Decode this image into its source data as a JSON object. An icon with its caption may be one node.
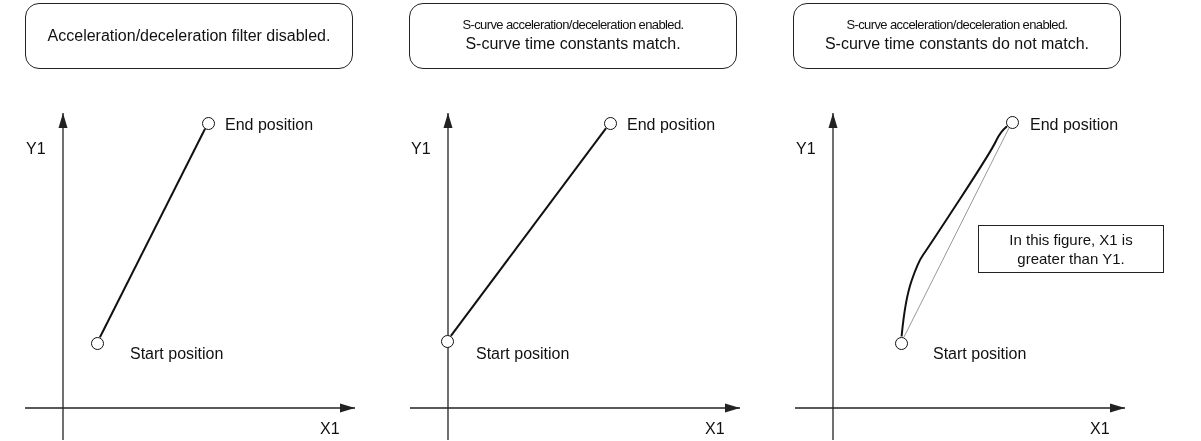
{
  "diagram": {
    "nodes": [
      {
        "text": [
          "Acceleration/deceleration filter disabled."
        ]
      },
      {
        "text": [
          "S-curve acceleration/deceleration enabled.",
          "S-curve time constants match."
        ]
      },
      {
        "text": [
          "S-curve acceleration/deceleration enabled.",
          "S-curve time constants do not match."
        ]
      },
      {
        "text": [],
        "shape": "circle",
        "beside": [
          "End position"
        ]
      },
      {
        "text": [],
        "shape": "circle",
        "beside": [
          "Start position"
        ]
      },
      {
        "text": [],
        "shape": "circle",
        "beside": [
          "End position"
        ]
      },
      {
        "text": [],
        "shape": "circle",
        "beside": [
          "Start position"
        ]
      },
      {
        "text": [],
        "shape": "circle",
        "beside": [
          "End position"
        ]
      },
      {
        "text": [],
        "shape": "circle",
        "beside": [
          "Start position"
        ]
      },
      {
        "text": [
          "In this figure, X1 is greater than Y1."
        ]
      }
    ],
    "edges": [
      {
        "from": 4,
        "to": 3,
        "arrow": "none"
      },
      {
        "from": 6,
        "to": 5,
        "arrow": "none"
      },
      {
        "from": 8,
        "to": 7,
        "arrow": "none"
      },
      {
        "from": 8,
        "to": 7,
        "arrow": "none",
        "color": "#999999"
      }
    ],
    "labels": [
      "Y1",
      "Y1",
      "Y1",
      "X1",
      "X1",
      "X1"
    ]
  }
}
